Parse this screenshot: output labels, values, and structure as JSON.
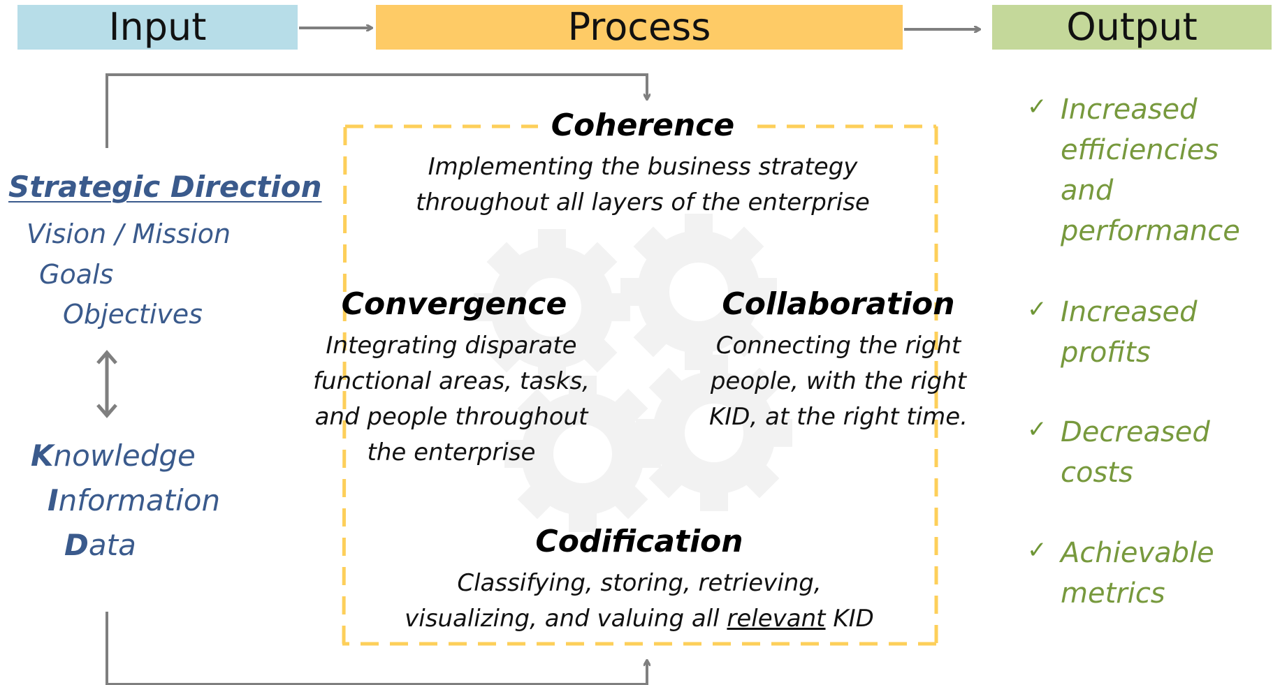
{
  "header": {
    "input": "Input",
    "process": "Process",
    "output": "Output"
  },
  "input": {
    "strategic_direction": "Strategic Direction",
    "items": [
      "Vision / Mission",
      "Goals",
      "Objectives"
    ],
    "kid": [
      {
        "initial": "K",
        "rest": "nowledge"
      },
      {
        "initial": "I",
        "rest": "nformation"
      },
      {
        "initial": "D",
        "rest": "ata"
      }
    ]
  },
  "process": {
    "coherence": {
      "title": "Coherence",
      "desc": "Implementing the business strategy\nthroughout all layers of the enterprise"
    },
    "convergence": {
      "title": "Convergence",
      "desc": "Integrating disparate\nfunctional areas, tasks,\nand people throughout\nthe enterprise"
    },
    "collaboration": {
      "title": "Collaboration",
      "desc": "Connecting the right\npeople, with the right\nKID, at the right time."
    },
    "codification": {
      "title": "Codification",
      "desc_line1": "Classifying, storing, retrieving,",
      "desc_line2_pre": "visualizing, and valuing all ",
      "desc_line2_underlined": "relevant",
      "desc_line2_post": " KID"
    }
  },
  "output": {
    "check_symbol": "✓",
    "items": [
      "Increased\nefficiencies\nand\nperformance",
      "Increased\nprofits",
      "Decreased\ncosts",
      "Achievable\nmetrics"
    ]
  },
  "colors": {
    "input_bg": "#b7dde8",
    "process_bg": "#fecb66",
    "output_bg": "#c4d89a",
    "left_text": "#3a5a8c",
    "output_text": "#77993d",
    "dashed_border": "#fdcf5a",
    "arrow": "#7f7f7f",
    "gear": "#f2f2f2"
  }
}
